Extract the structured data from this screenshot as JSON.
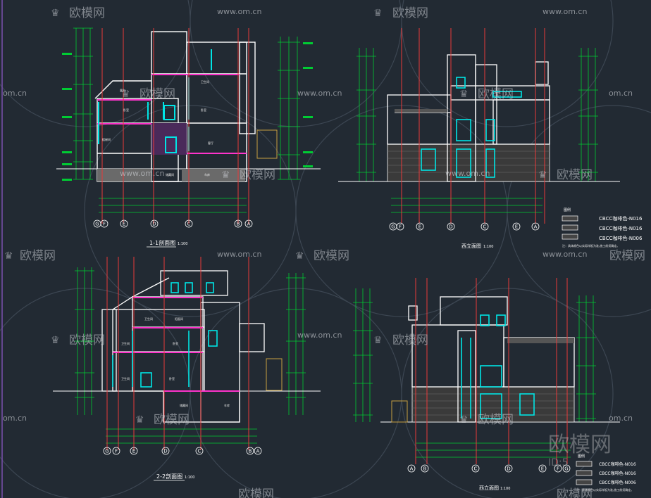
{
  "watermarks": {
    "brand": "欧模网",
    "url": "www.om.cn",
    "url_short": "om.cn",
    "corner_brand": "欧模网",
    "corner_code": "ID:5"
  },
  "drawings": [
    {
      "title": "1-1剖面图",
      "scale": "1:100",
      "axes": [
        "G",
        "F",
        "E",
        "D",
        "C",
        "B",
        "A"
      ]
    },
    {
      "title": "西立面图",
      "scale": "1:100",
      "axes": [
        "G",
        "F",
        "E",
        "D",
        "C",
        "E",
        "A"
      ]
    },
    {
      "title": "2-2剖面图",
      "scale": "1:100",
      "axes": [
        "G",
        "F",
        "E",
        "D",
        "C",
        "B",
        "A"
      ]
    },
    {
      "title": "西立面图",
      "scale": "1:100",
      "axes": [
        "A",
        "B",
        "C",
        "D",
        "E",
        "F",
        "G"
      ]
    }
  ],
  "legend_top": {
    "heading": "图例",
    "items": [
      "CBCC咖啡色-N016",
      "CBCC咖啡色-N016",
      "CBCC咖啡色-N006"
    ],
    "note": "注：具体颜色以实际样板为准,施工前须确定。"
  },
  "legend_bottom": {
    "heading": "图例",
    "items": [
      "CBCC咖啡色-N016",
      "CBCC咖啡色-N016",
      "CBCC咖啡色-N006"
    ],
    "note": "注：具体颜色以实际样板为准,施工前须确定。"
  },
  "colors": {
    "background": "#222a33",
    "wall": "#ffffff",
    "glass": "#00e5e5",
    "dim": "#00cc33",
    "axis": "#e83a3a",
    "slab": "#ff33cc"
  }
}
